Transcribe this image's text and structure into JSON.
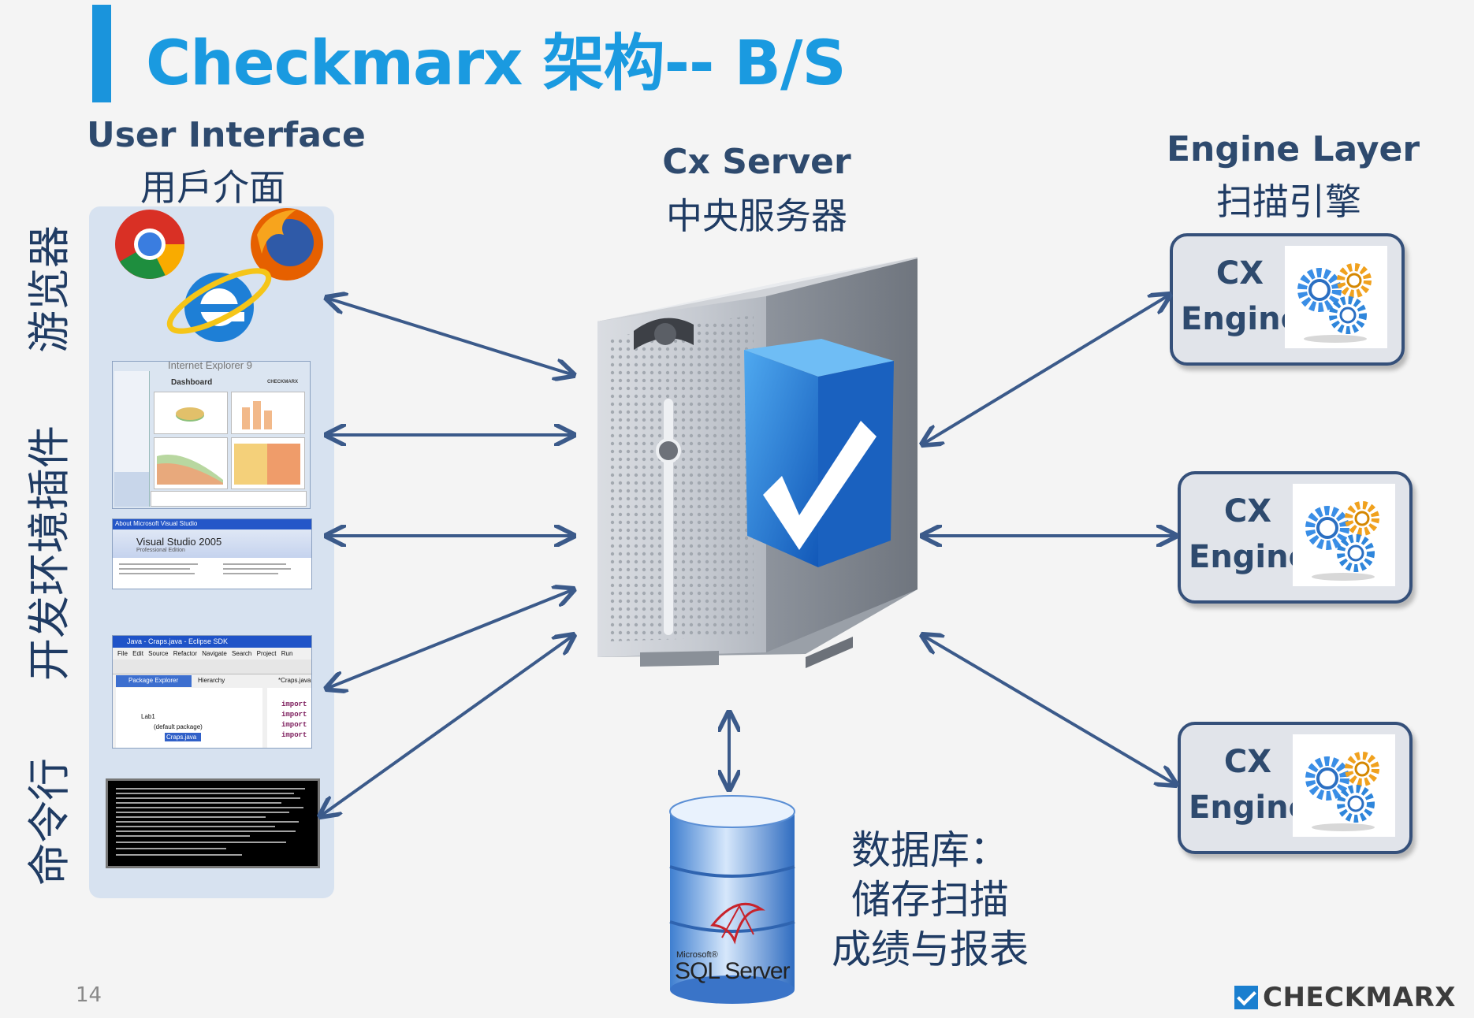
{
  "title": "Checkmarx 架构-- B/S",
  "user_interface": {
    "title_en": "User Interface",
    "title_zh": "用戶介面"
  },
  "cx_server": {
    "title_en": "Cx Server",
    "title_zh": "中央服务器"
  },
  "engine_layer": {
    "title_en": "Engine Layer",
    "title_zh": "扫描引擎"
  },
  "side_labels": {
    "browser": "游览器",
    "ide_plugin": "开发环境插件",
    "command_line": "命令行"
  },
  "engines": [
    {
      "line1": "CX",
      "line2": "Engine"
    },
    {
      "line1": "CX",
      "line2": "Engine"
    },
    {
      "line1": "CX",
      "line2": "Engine"
    }
  ],
  "screenshots": {
    "ie_caption": "Internet Explorer 9",
    "dashboard_title": "Dashboard",
    "dashboard_brand": "CHECKMARX",
    "vs_dialog_title": "About Microsoft Visual Studio",
    "vs_product": "Visual Studio 2005",
    "vs_edition": "Professional Edition",
    "eclipse_title": "Java - Craps.java - Eclipse SDK",
    "eclipse_menu": [
      "File",
      "Edit",
      "Source",
      "Refactor",
      "Navigate",
      "Search",
      "Project",
      "Run"
    ],
    "eclipse_tab_package": "Package Explorer",
    "eclipse_tab_hierarchy": "Hierarchy",
    "eclipse_file_tab": "*Craps.java",
    "eclipse_tree": [
      "Lab1",
      "(default package)",
      "Craps.java"
    ],
    "eclipse_code": [
      "import",
      "import",
      "import",
      "import"
    ]
  },
  "database": {
    "caption_line1": "数据库：",
    "caption_line2": "储存扫描",
    "caption_line3": "成绩与报表",
    "logo_small": "Microsoft®",
    "logo_big": "SQL Server"
  },
  "footer": {
    "page_number": "14",
    "brand": "CHECKMARX"
  },
  "colors": {
    "accent": "#1a9ae0",
    "heading": "#1f3b63",
    "arrow": "#3b5a8a",
    "panel": "#d7e2f0",
    "engine_border": "#35507a"
  }
}
